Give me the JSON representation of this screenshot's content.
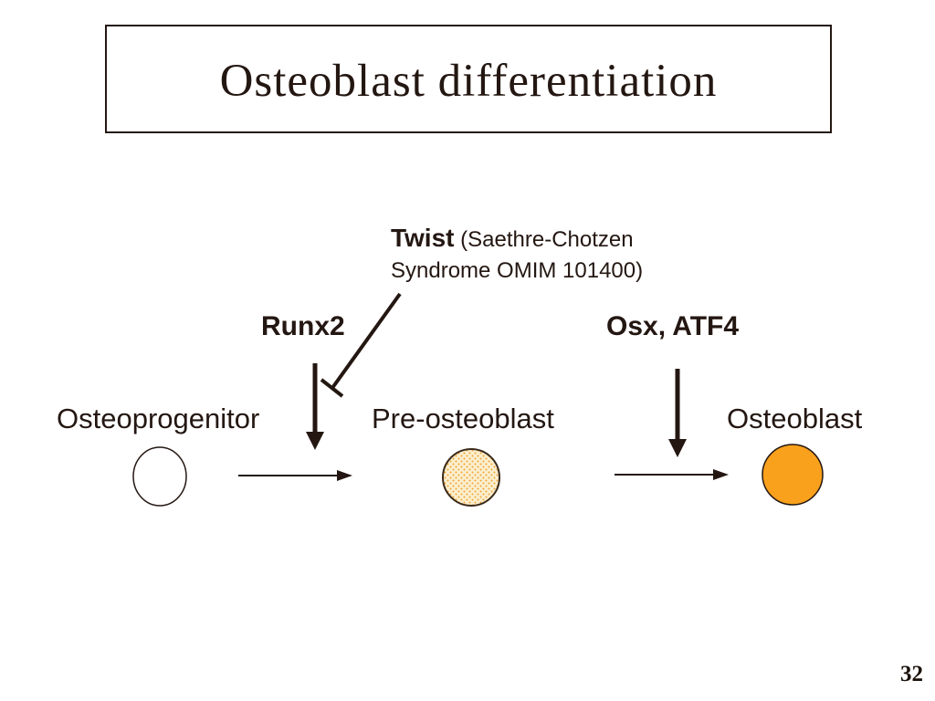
{
  "slide": {
    "title": "Osteoblast differentiation",
    "page_number": "32",
    "annotations": {
      "twist_gene": "Twist",
      "twist_note_line1": "(Saethre-Chotzen",
      "twist_note_line2": "Syndrome OMIM 101400)",
      "runx2": "Runx2",
      "osx_atf4": "Osx, ATF4"
    },
    "stages": [
      {
        "label": "Osteoprogenitor",
        "cell": "unfilled-circle"
      },
      {
        "label": "Pre-osteoblast",
        "cell": "stippled-circle"
      },
      {
        "label": "Osteoblast",
        "cell": "orange-filled-circle"
      }
    ],
    "colors": {
      "text": "#241712",
      "line": "#241712",
      "osteoblast_fill": "#F9A11C",
      "preosteoblast_bg": "#FBEFCE",
      "preosteoblast_dot": "#F0A435",
      "background": "#FFFFFF"
    }
  }
}
